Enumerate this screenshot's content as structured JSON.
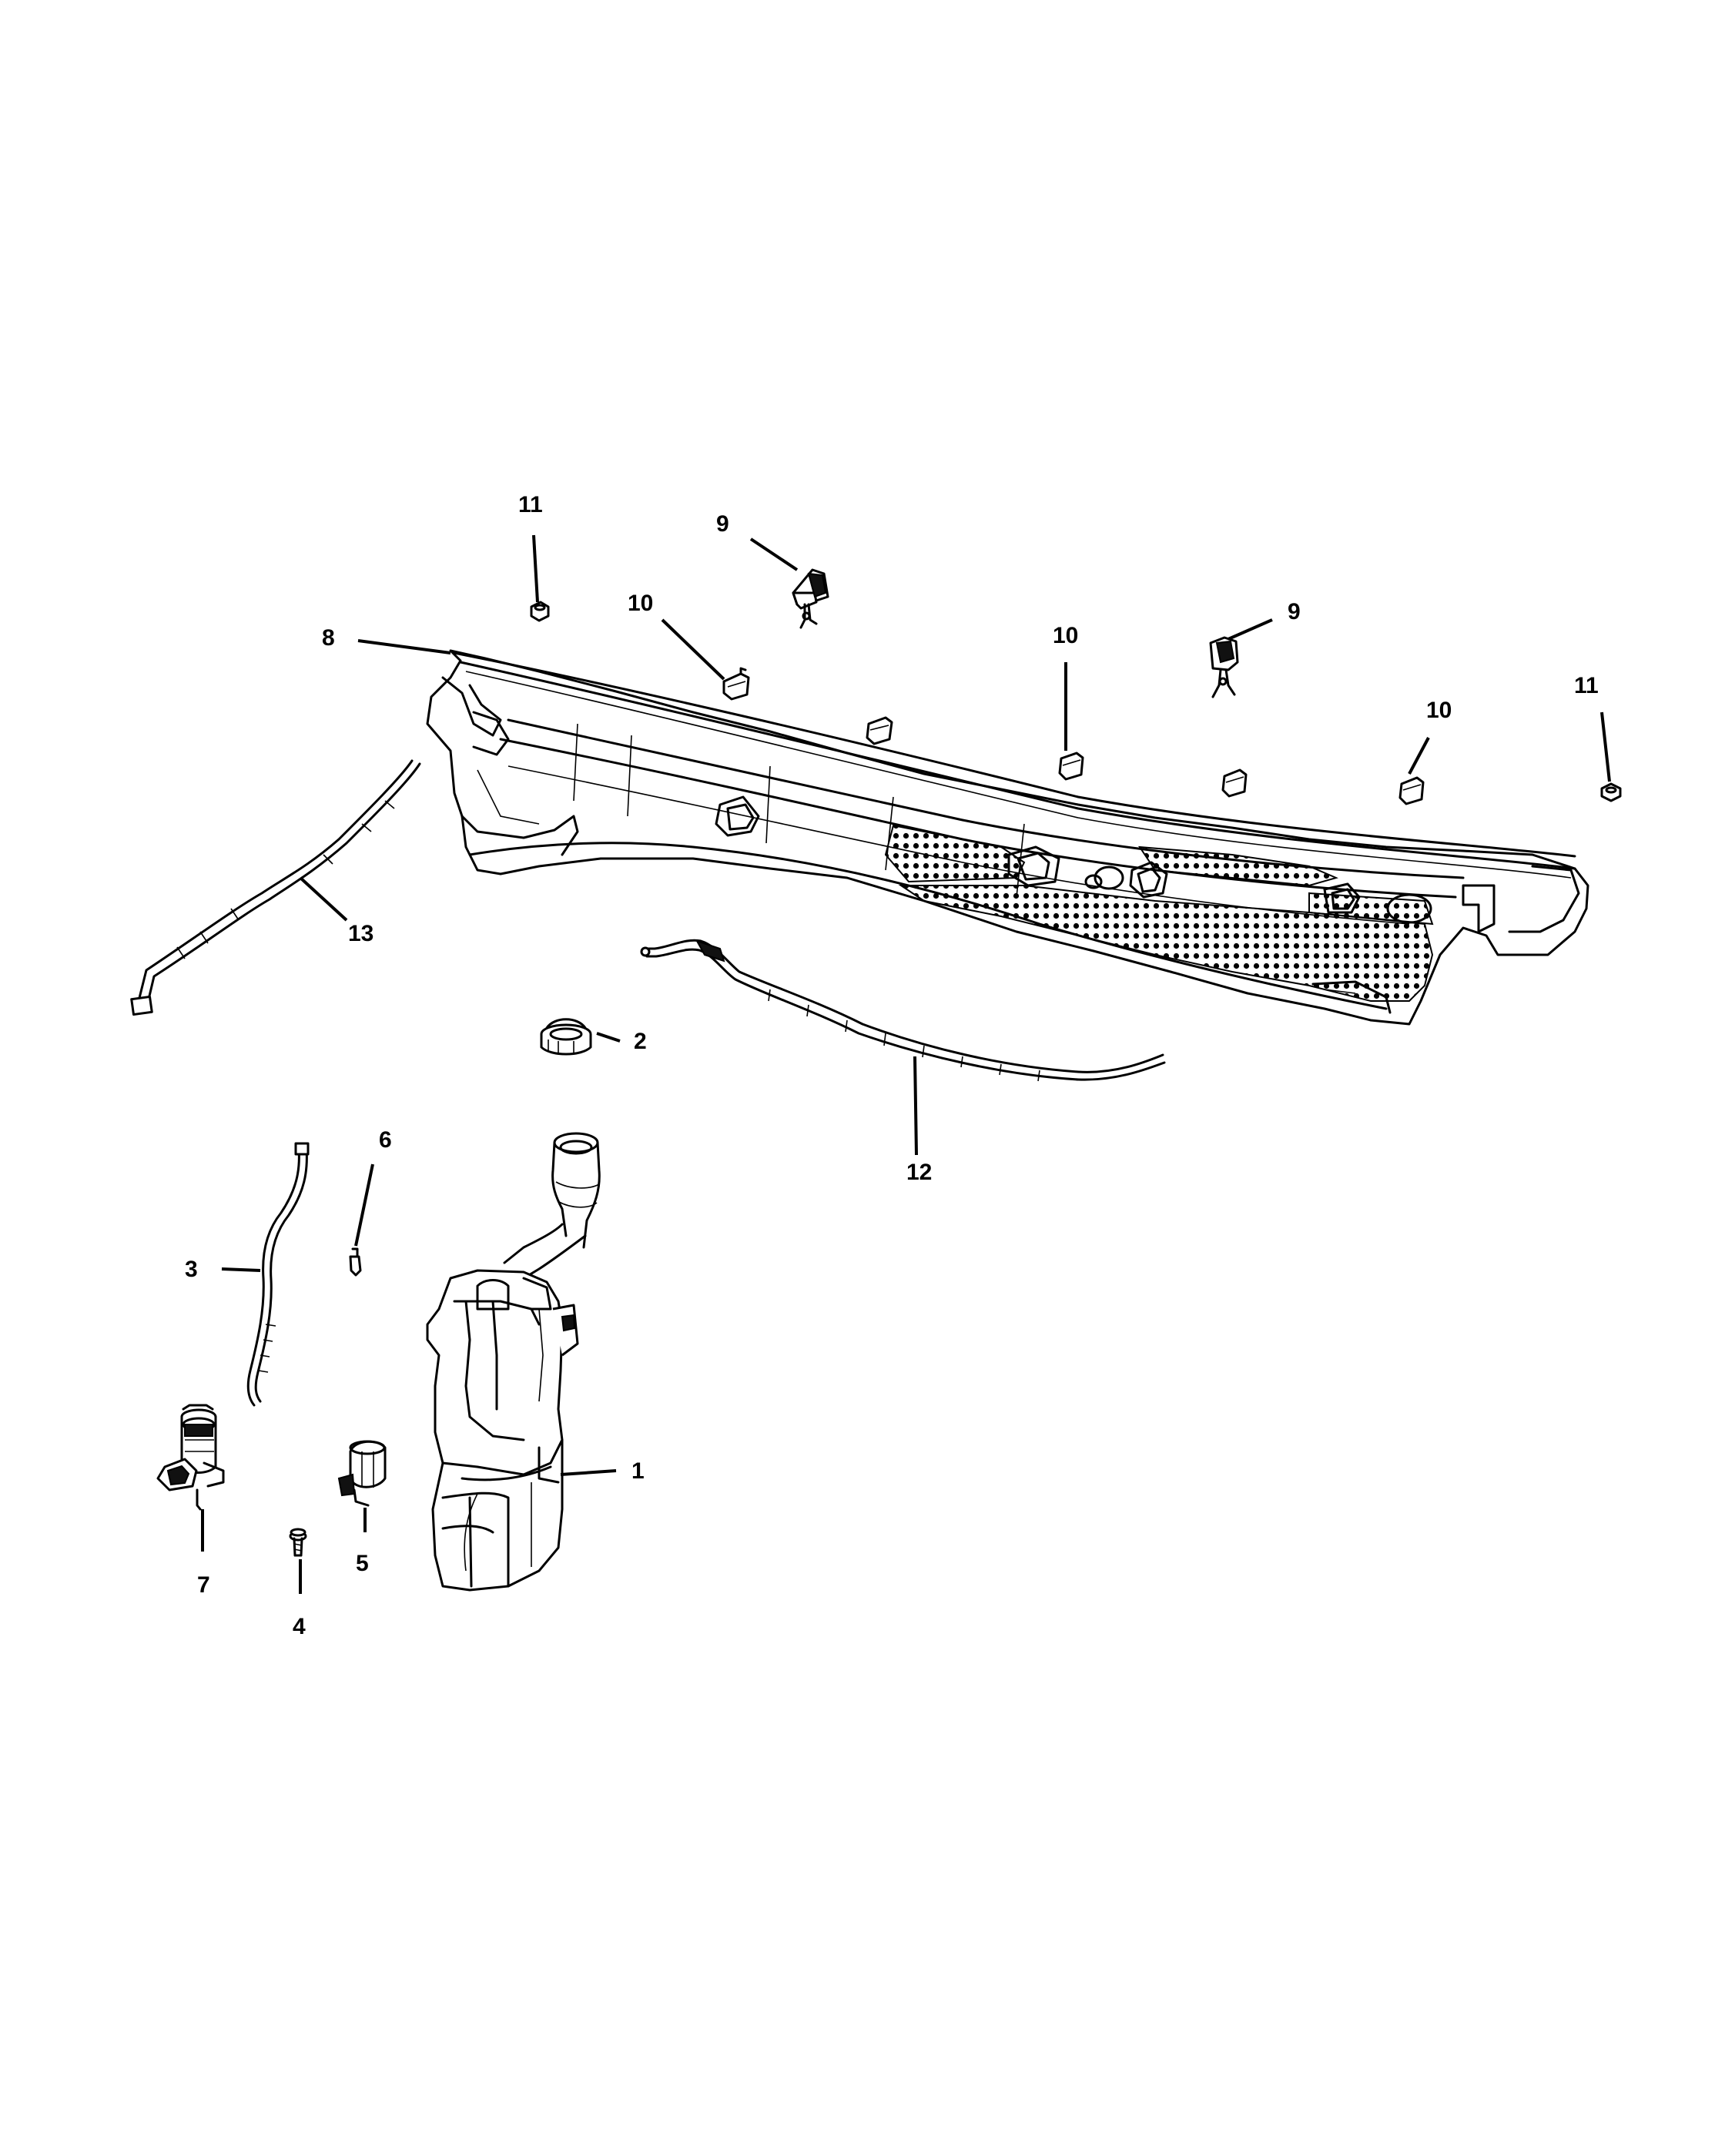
{
  "diagram": {
    "style": {
      "line_color": "#000000",
      "background_color": "#ffffff"
    },
    "callouts": {
      "c1": "1",
      "c2": "2",
      "c3": "3",
      "c4": "4",
      "c5": "5",
      "c6": "6",
      "c7": "7",
      "c8": "8",
      "c9a": "9",
      "c9b": "9",
      "c10a": "10",
      "c10b": "10",
      "c10c": "10",
      "c11a": "11",
      "c11b": "11",
      "c12": "12",
      "c13": "13"
    }
  }
}
